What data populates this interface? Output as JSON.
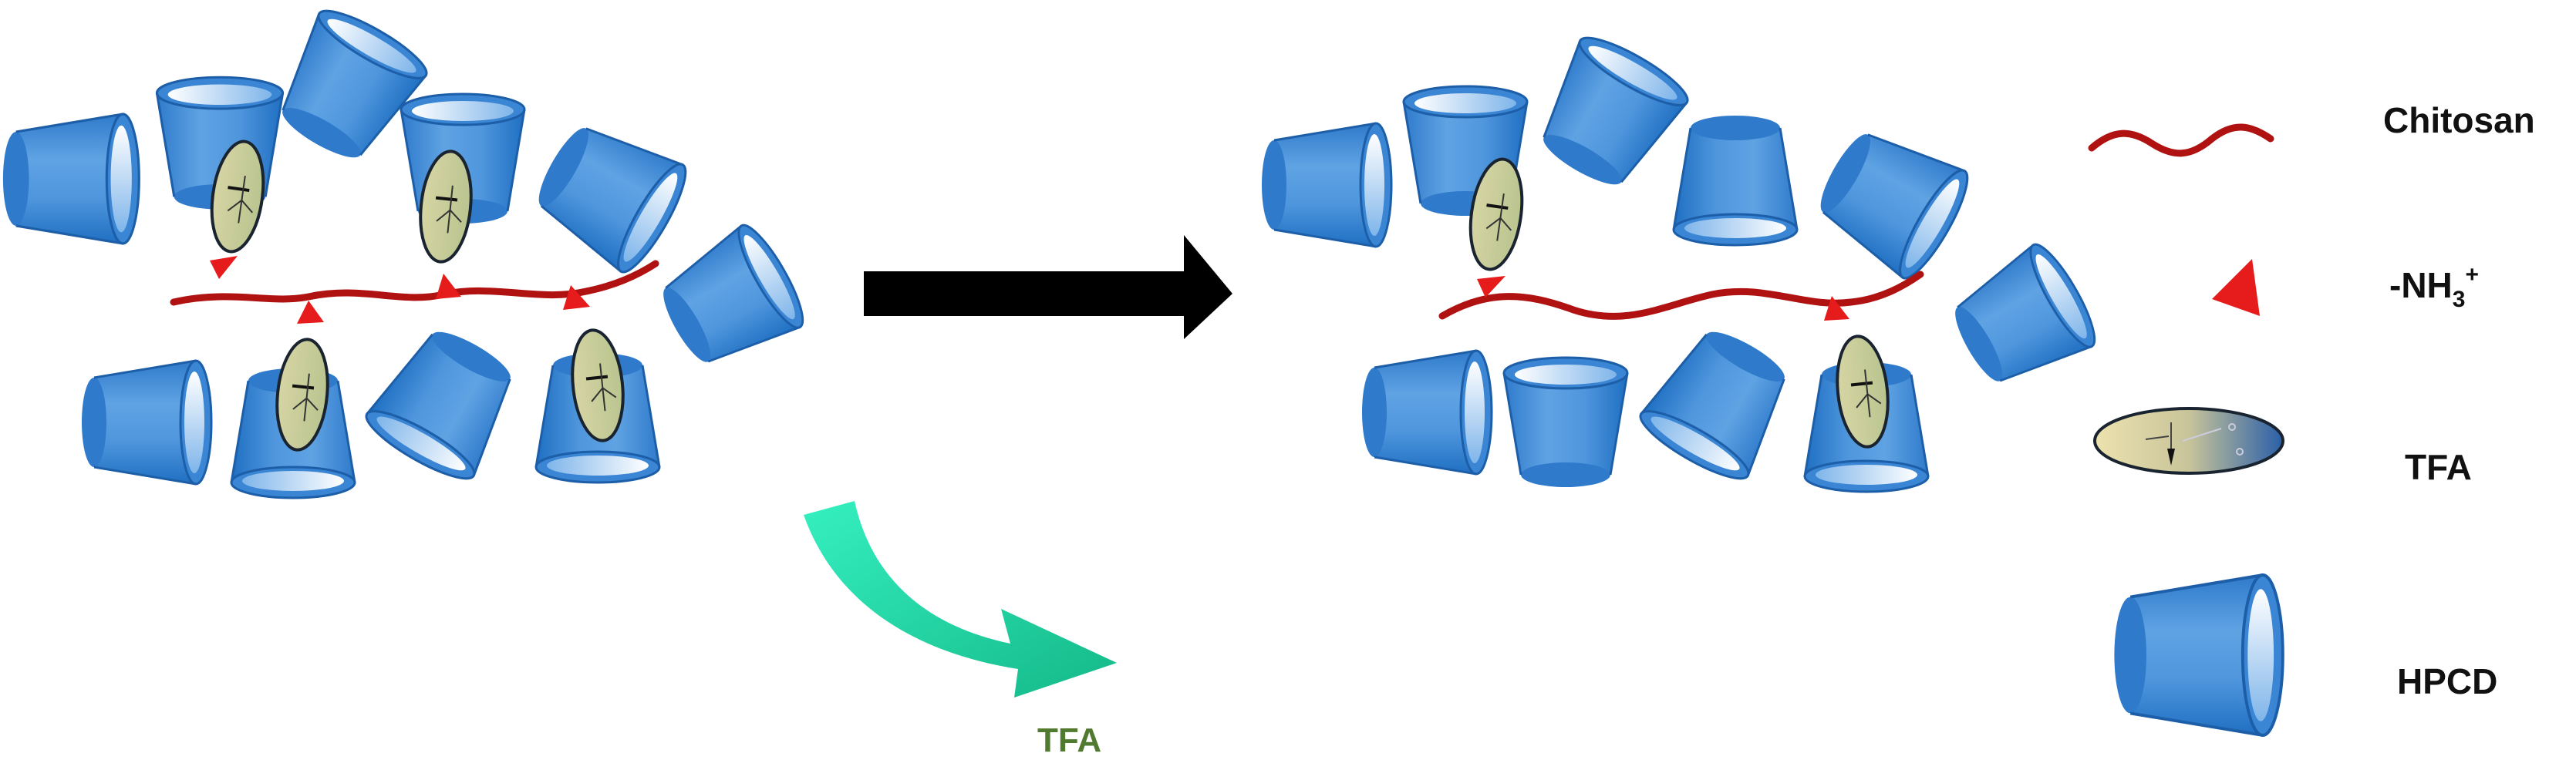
{
  "legend": {
    "chitosan": "Chitosan",
    "amine": "-NH",
    "amine_sub": "3",
    "amine_sup": "+",
    "tfa": "TFA",
    "hpcd": "HPCD"
  },
  "released": {
    "label": "TFA"
  },
  "colors": {
    "cup_dark": "#1f6fc2",
    "cup_mid": "#4f96dd",
    "cup_light": "#8fc0ee",
    "chitosan": "#b01212",
    "amine": "#e61b1b",
    "arrow": "#000000",
    "release_arrow": "#2fe0b0",
    "released_label": "#4f7a30",
    "tfa_left": "#d8cc96",
    "tfa_right": "#2a5fa8"
  }
}
